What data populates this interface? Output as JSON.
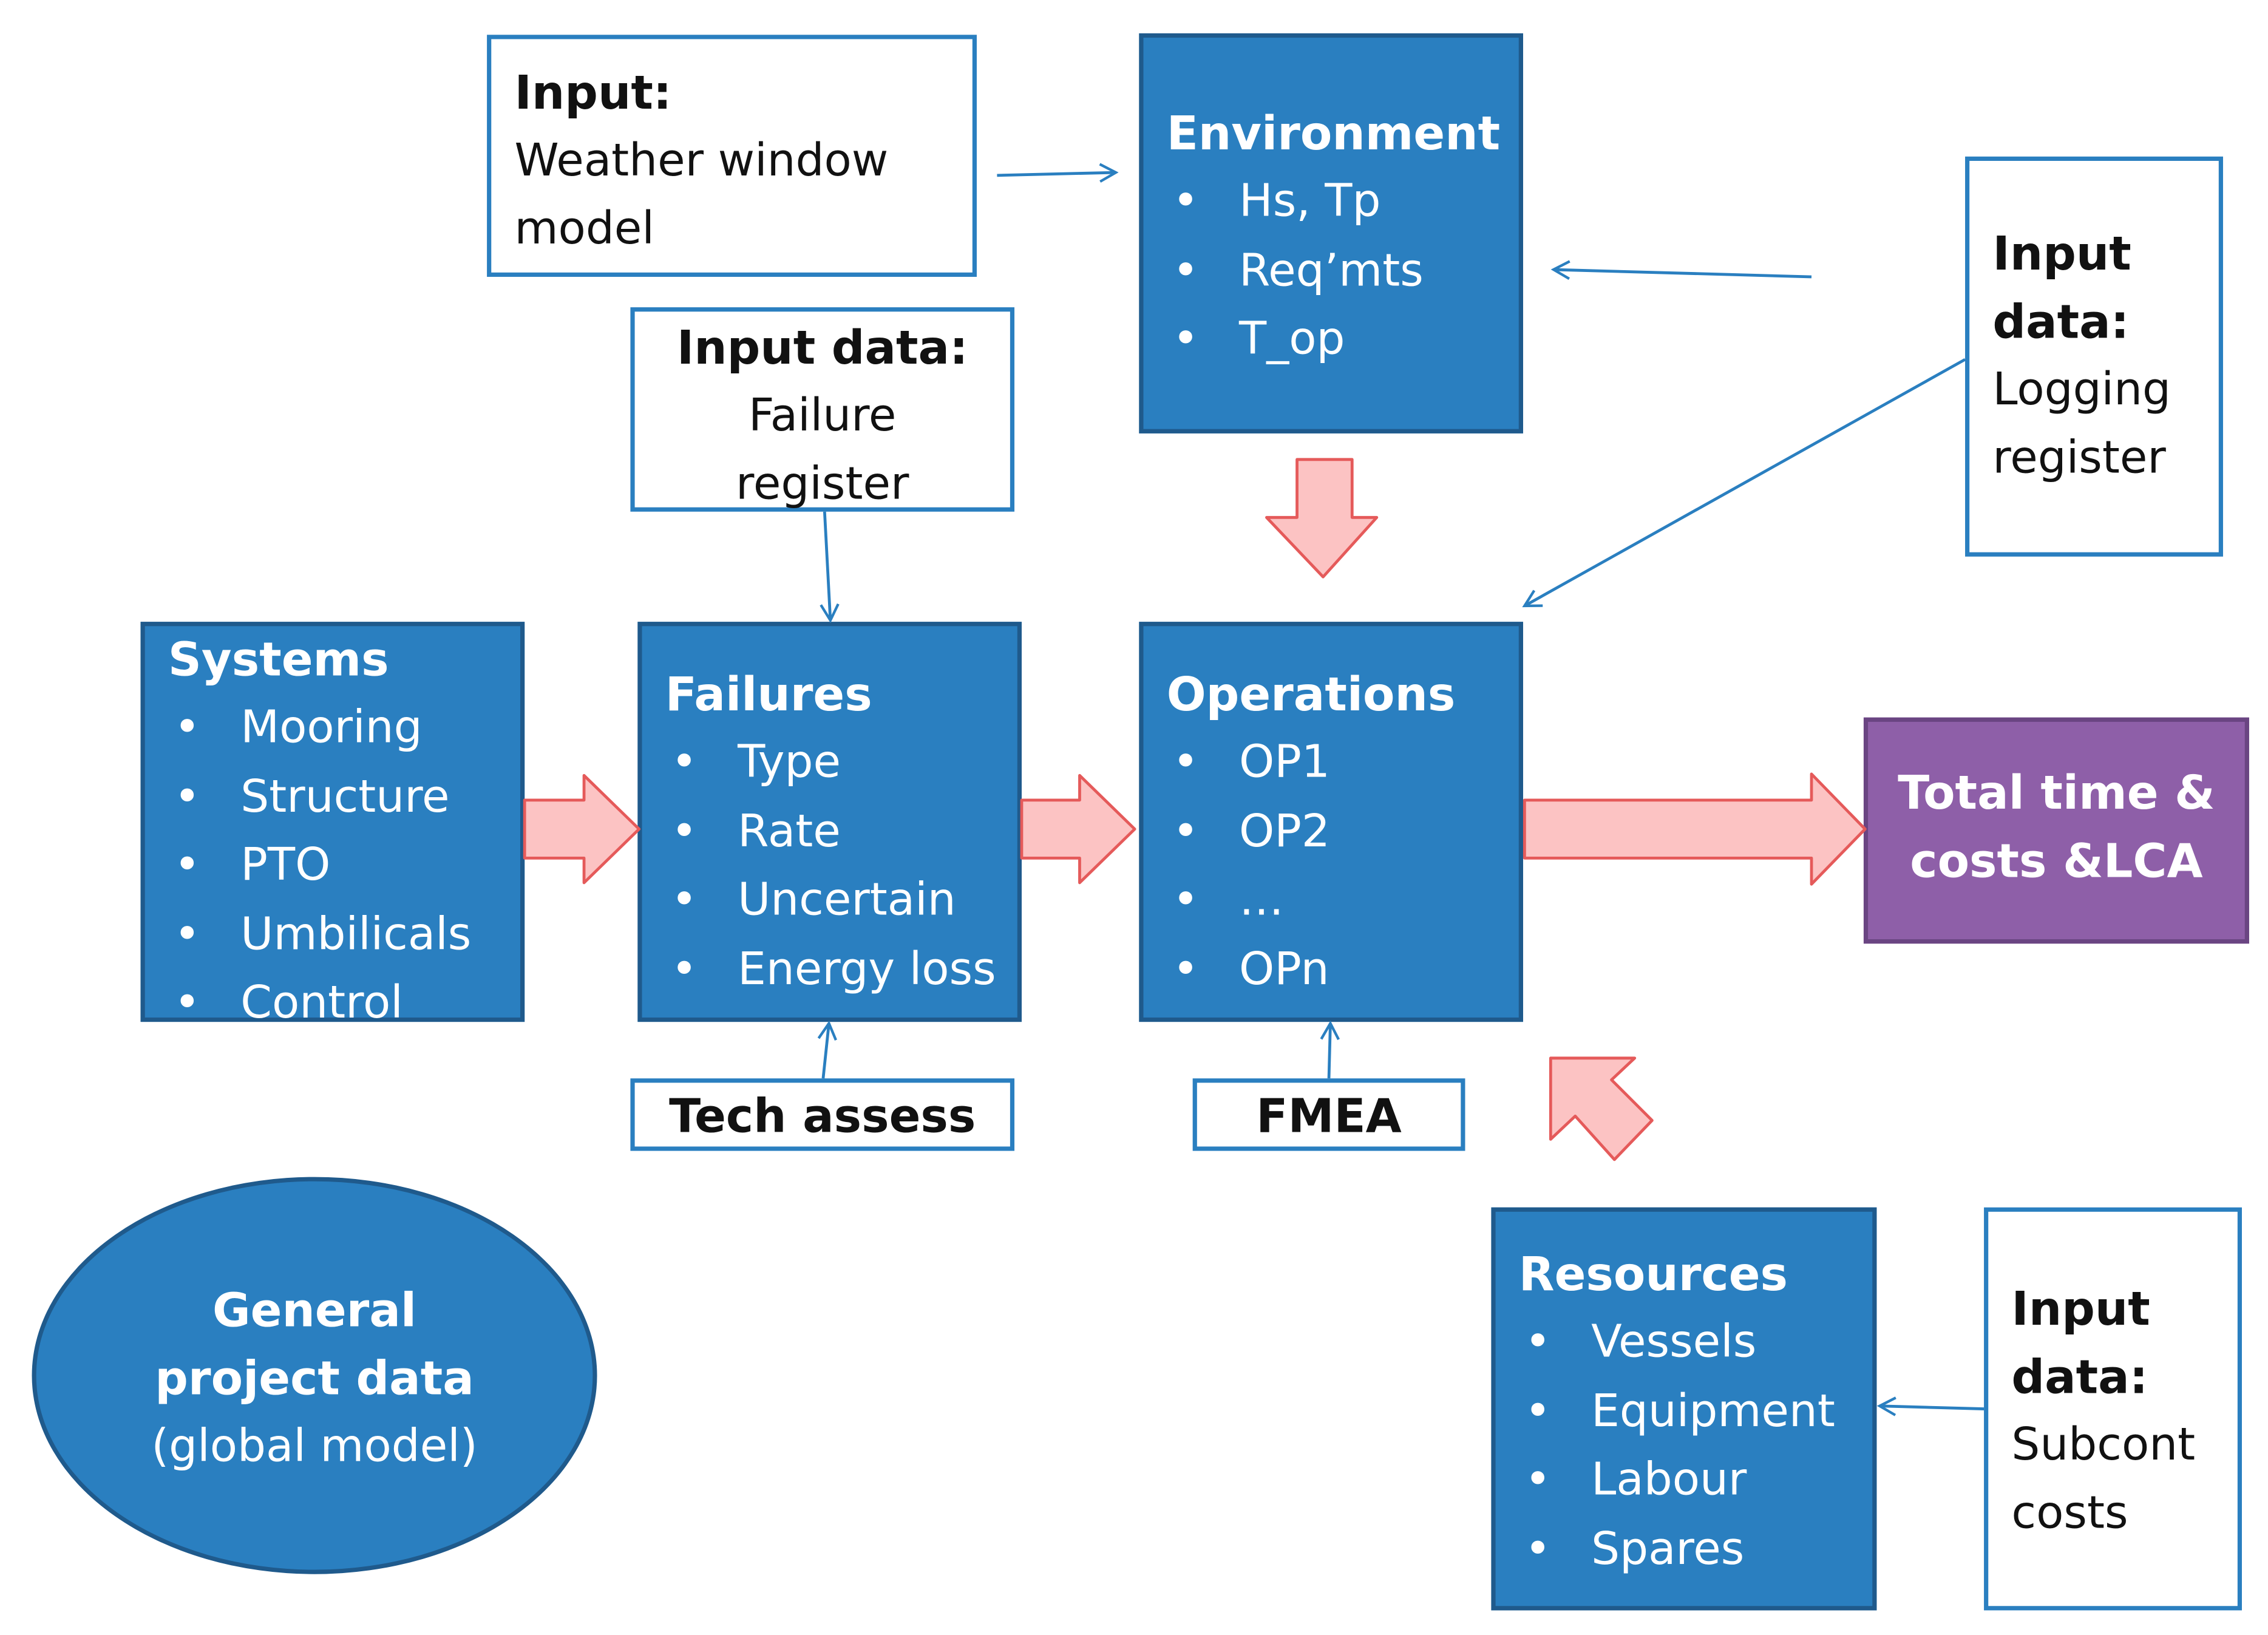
{
  "input_weather": {
    "title": "Input:",
    "lines": [
      "Weather window",
      "model"
    ]
  },
  "environment": {
    "title": "Environment",
    "items": [
      "Hs, Tp",
      "Req’mts",
      "T_op"
    ]
  },
  "input_logging": {
    "title_lines": [
      "Input",
      "data:"
    ],
    "lines": [
      "Logging",
      "register"
    ]
  },
  "input_failure": {
    "title": "Input data:",
    "lines": [
      "Failure",
      "register"
    ]
  },
  "systems": {
    "title": "Systems",
    "items": [
      "Mooring",
      "Structure",
      "PTO",
      "Umbilicals",
      "Control"
    ]
  },
  "failures": {
    "title": "Failures",
    "items": [
      "Type",
      "Rate",
      "Uncertain",
      "Energy loss"
    ]
  },
  "operations": {
    "title": "Operations",
    "items": [
      "OP1",
      "OP2",
      "…",
      "OPn"
    ]
  },
  "total": {
    "lines": [
      "Total time &",
      "costs &LCA"
    ]
  },
  "tech_assess": {
    "label": "Tech assess"
  },
  "fmea": {
    "label": "FMEA"
  },
  "general": {
    "lines": [
      "General",
      "project data"
    ],
    "sub": "(global model)"
  },
  "resources": {
    "title": "Resources",
    "items": [
      "Vessels",
      "Equipment",
      "Labour",
      "Spares"
    ]
  },
  "input_subcont": {
    "title_lines": [
      "Input",
      "data:"
    ],
    "lines": [
      "Subcont",
      "costs"
    ]
  },
  "colors": {
    "box_blue": "#2a7fc0",
    "box_border": "#1f5a8c",
    "purple": "#8e5fa8",
    "block_arrow_fill": "#fcc3c3",
    "block_arrow_stroke": "#e55a5a"
  }
}
